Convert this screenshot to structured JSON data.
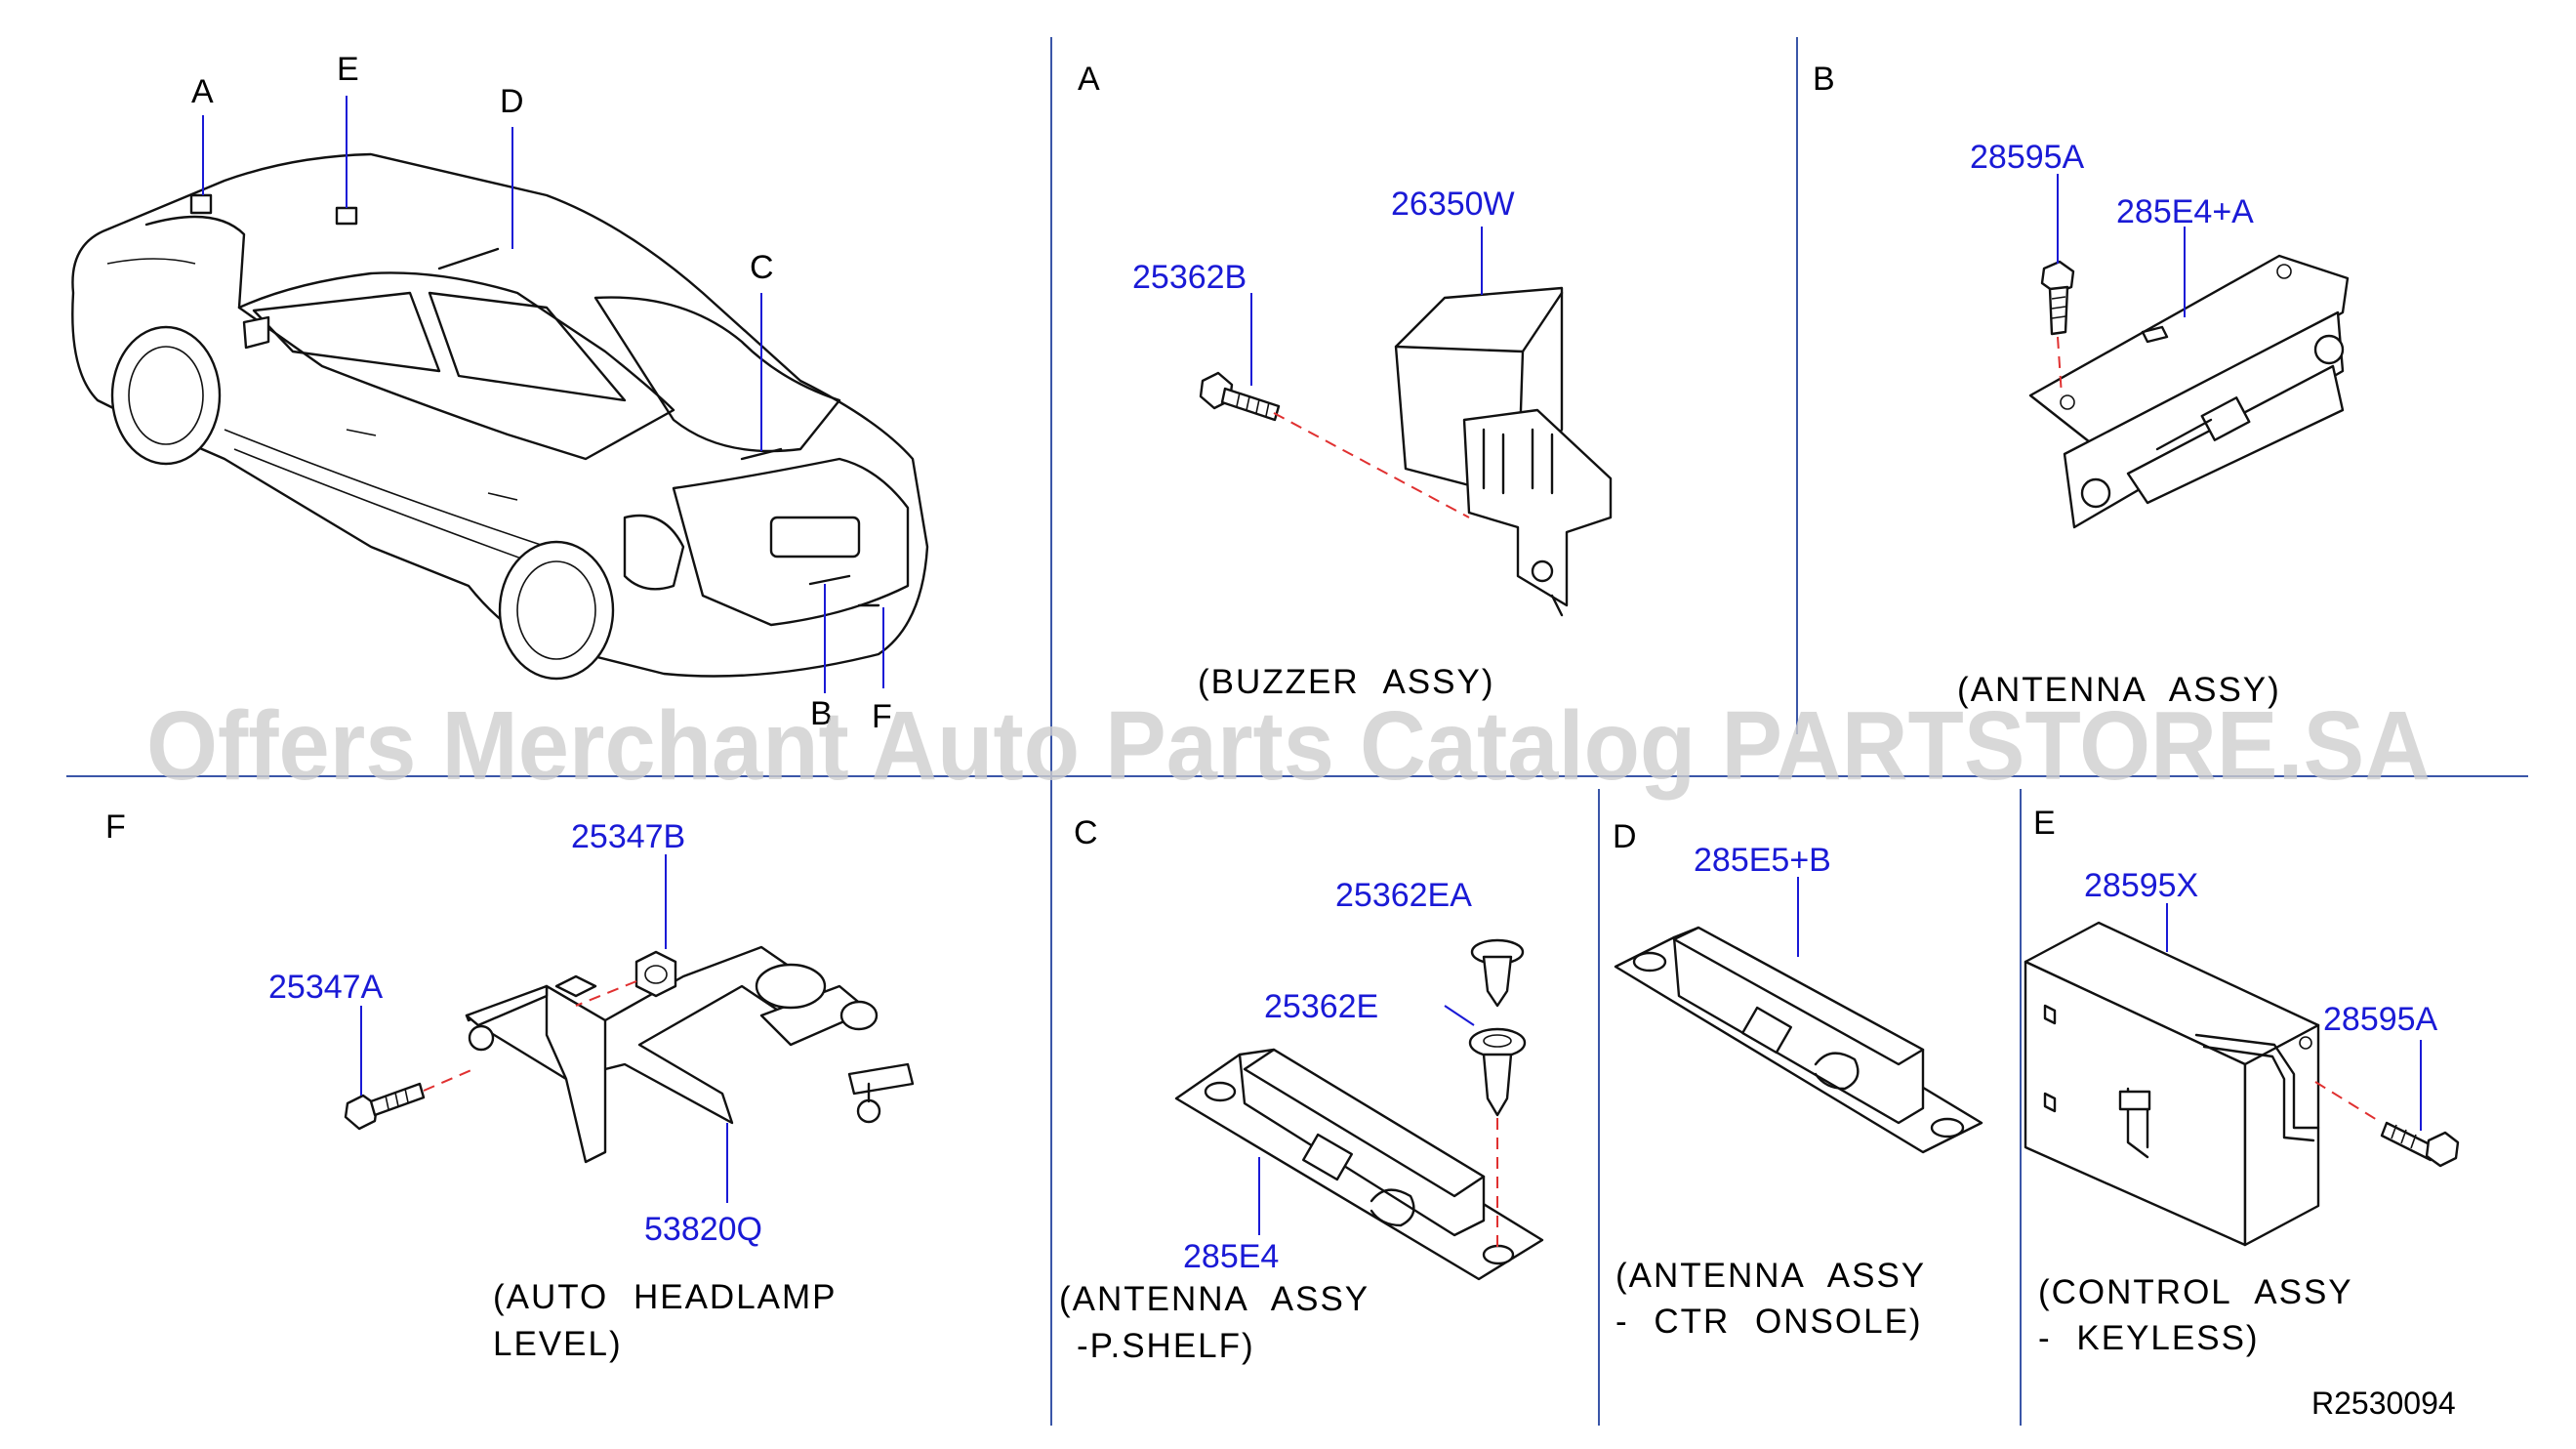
{
  "watermark": "Offers Merchant Auto Parts Catalog PARTSTORE.SA",
  "reference_code": "R2530094",
  "overview": {
    "callouts": [
      "A",
      "E",
      "D",
      "C",
      "B",
      "F"
    ]
  },
  "panels": {
    "A": {
      "letter": "A",
      "parts": [
        "26350W",
        "25362B"
      ],
      "caption": [
        "(BUZZER ASSY)"
      ]
    },
    "B": {
      "letter": "B",
      "parts": [
        "28595A",
        "285E4+A"
      ],
      "caption": [
        "(ANTENNA ASSY)"
      ]
    },
    "F": {
      "letter": "F",
      "parts": [
        "25347B",
        "25347A",
        "53820Q"
      ],
      "caption": [
        "(AUTO HEADLAMP",
        "LEVEL)"
      ]
    },
    "C": {
      "letter": "C",
      "parts": [
        "25362EA",
        "25362E",
        "285E4"
      ],
      "caption": [
        "(ANTENNA ASSY",
        "-P.SHELF)"
      ]
    },
    "D": {
      "letter": "D",
      "parts": [
        "285E5+B"
      ],
      "caption": [
        "(ANTENNA ASSY",
        "- CTR ONSOLE)"
      ]
    },
    "E": {
      "letter": "E",
      "parts": [
        "28595X",
        "28595A"
      ],
      "caption": [
        "(CONTROL ASSY",
        "- KEYLESS)"
      ]
    }
  }
}
